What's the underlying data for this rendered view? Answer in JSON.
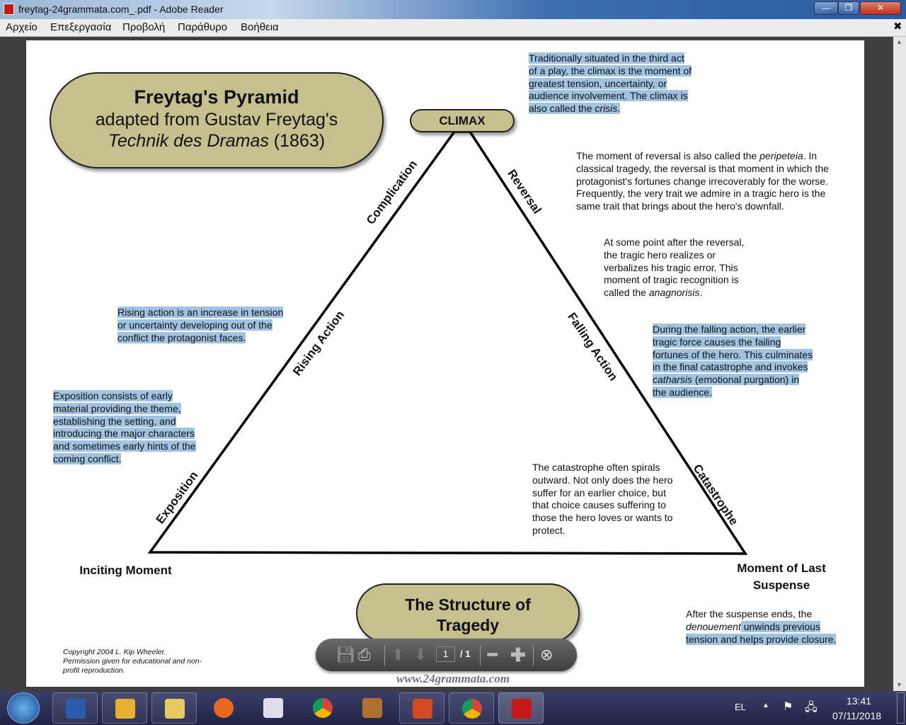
{
  "window": {
    "title": "freytag-24grammata.com_.pdf - Adobe Reader",
    "min": "—",
    "max": "❐",
    "close": "✕"
  },
  "menu": [
    "Αρχείο",
    "Επεξεργασία",
    "Προβολή",
    "Παράθυρο",
    "Βοήθεια"
  ],
  "doc": {
    "title": {
      "line1": "Freytag's Pyramid",
      "line2": "adapted from Gustav Freytag's",
      "line3_italic": "Technik des Dramas",
      "line3_rest": " (1863)"
    },
    "climax": "CLIMAX",
    "edge_labels": {
      "complication": "Complication",
      "rising": "Rising Action",
      "exposition": "Exposition",
      "reversal": "Reversal",
      "falling": "Falling Action",
      "catastrophe": "Catastrophe"
    },
    "corners": {
      "inciting": "Inciting Moment",
      "last_suspense": "Moment of Last Suspense"
    },
    "structure": "The Structure of Tragedy",
    "notes": {
      "climax_a": "Traditionally situated in the third act of a play, the climax is the moment of greatest tension, uncertainty, or audience involvement. The climax is also called the ",
      "climax_i": "crisis",
      "climax_b": ".",
      "reversal_a": "The moment of reversal is also called the ",
      "reversal_i": "peripeteia",
      "reversal_b": ". In classical tragedy, the reversal is that moment in which the protagonist's fortunes change irrecoverably for the worse. Frequently, the very trait we admire in a tragic hero is the same trait that brings about the hero's downfall.",
      "recog_a": "At some point after the reversal, the tragic hero realizes or verbalizes his tragic error. This moment of tragic recognition is called the ",
      "recog_i": "anagnorisis",
      "recog_b": ".",
      "rising": "Rising action is an increase in tension or uncertainty developing out of the conflict the protagonist faces.",
      "exposition": "Exposition consists of early material providing the theme, establishing the setting, and introducing the major characters and sometimes early hints of the coming conflict.",
      "falling_a": "During the falling action, the earlier tragic force causes the failing fortunes of the hero. This culminates in the final catastrophe and invokes ",
      "falling_i": "catharsis",
      "falling_b": " (emotional purgation) in the audience.",
      "catastrophe": "The catastrophe often spirals outward. Not only does the hero suffer for an earlier choice, but that choice causes suffering to those the hero loves or wants to protect.",
      "denouement_a": "After the suspense ends, the ",
      "denouement_i": "denouement",
      "denouement_b": " unwinds previous tension and helps provide closure."
    },
    "copyright": "Copyright 2004 L. Kip Wheeler. Permission given for educational and non-profit reproduction.",
    "watermark": "www.24grammata.com"
  },
  "toolbar": {
    "page": "1",
    "total": "/ 1"
  },
  "tray": {
    "lang": "EL",
    "time": "13:41",
    "date": "07/11/2018"
  }
}
